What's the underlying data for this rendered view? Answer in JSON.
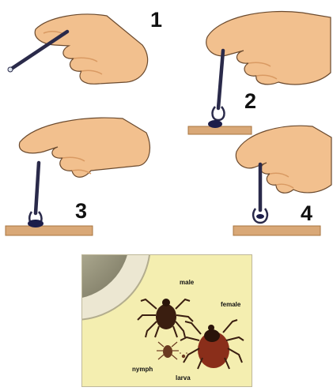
{
  "steps": [
    {
      "number": "1"
    },
    {
      "number": "2"
    },
    {
      "number": "3"
    },
    {
      "number": "4"
    }
  ],
  "photo": {
    "labels": {
      "male": "male",
      "female": "female",
      "nymph": "nymph",
      "larva": "larva"
    }
  },
  "colors": {
    "skin": "#f2c08e",
    "skin_shadow": "#d99a63",
    "outline": "#6b4a2e",
    "tool": "#2a2a4a",
    "tick_body": "#1c1d4a",
    "ground": "#d9a877",
    "photo_bg": "#f4eeb0",
    "female_body": "#8a2e1a",
    "male_body": "#3a1e10"
  }
}
